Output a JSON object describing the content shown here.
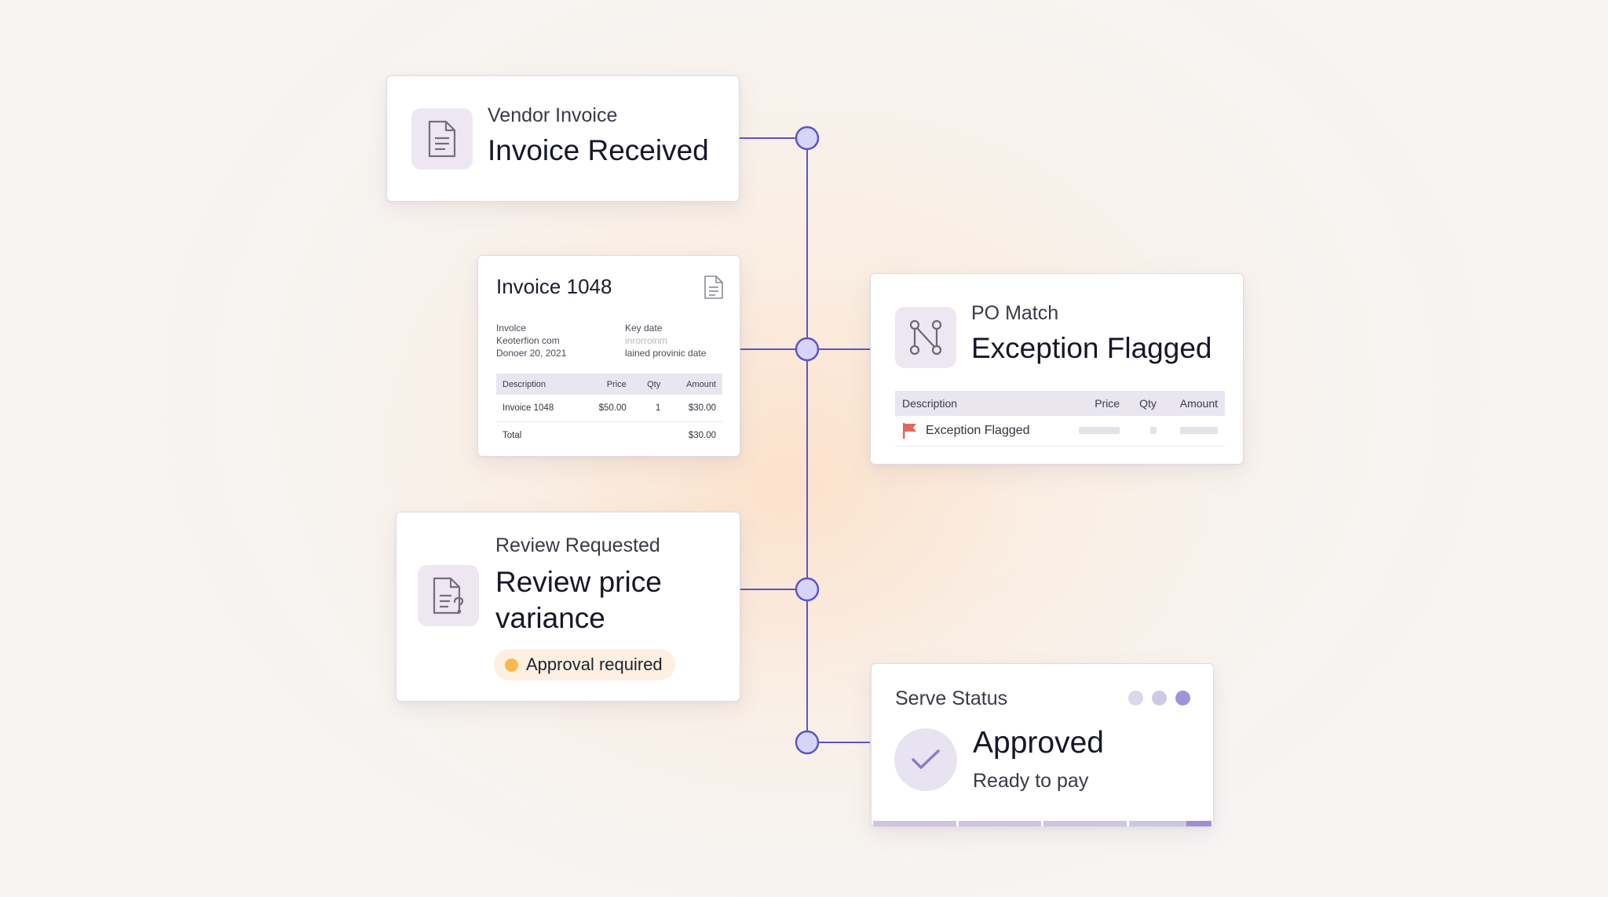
{
  "colors": {
    "connector": "#5b55c8",
    "node_fill": "#d7d5f5",
    "icon_stroke": "#7a6a80",
    "flag": "#e2675e",
    "pending_dot": "#f8b84e",
    "check": "#8a7fc2"
  },
  "vendor_invoice": {
    "eyebrow": "Vendor Invoice",
    "title": "Invoice Received",
    "icon": "document-icon"
  },
  "invoice_doc": {
    "title": "Invoice 1048",
    "icon": "document-outline-icon",
    "left_meta": [
      "Involce",
      "Keoterfion com",
      "Donoer 20, 2021"
    ],
    "right_meta": [
      "Key date",
      "inrorroinm",
      "lained provinic date"
    ],
    "table": {
      "headers": [
        "Description",
        "Price",
        "Qty",
        "Amount"
      ],
      "rows": [
        [
          "Invoice 1048",
          "$50.00",
          "1",
          "$30.00"
        ],
        [
          "Total",
          "",
          "",
          "$30.00"
        ]
      ]
    }
  },
  "po_match": {
    "eyebrow": "PO Match",
    "title": "Exception Flagged",
    "icon": "merge-branch-icon",
    "table": {
      "headers": [
        "Description",
        "Price",
        "Qty",
        "Amount"
      ],
      "row_label": "Exception Flagged"
    }
  },
  "review": {
    "eyebrow": "Review Requested",
    "title": "Review price variance",
    "icon": "document-question-icon",
    "pill": "Approval required"
  },
  "status": {
    "eyebrow": "Serve Status",
    "title": "Approved",
    "subtitle": "Ready to pay",
    "icon": "check-icon",
    "step_dots": 3,
    "active_step": 3,
    "progress_segments": 4
  }
}
